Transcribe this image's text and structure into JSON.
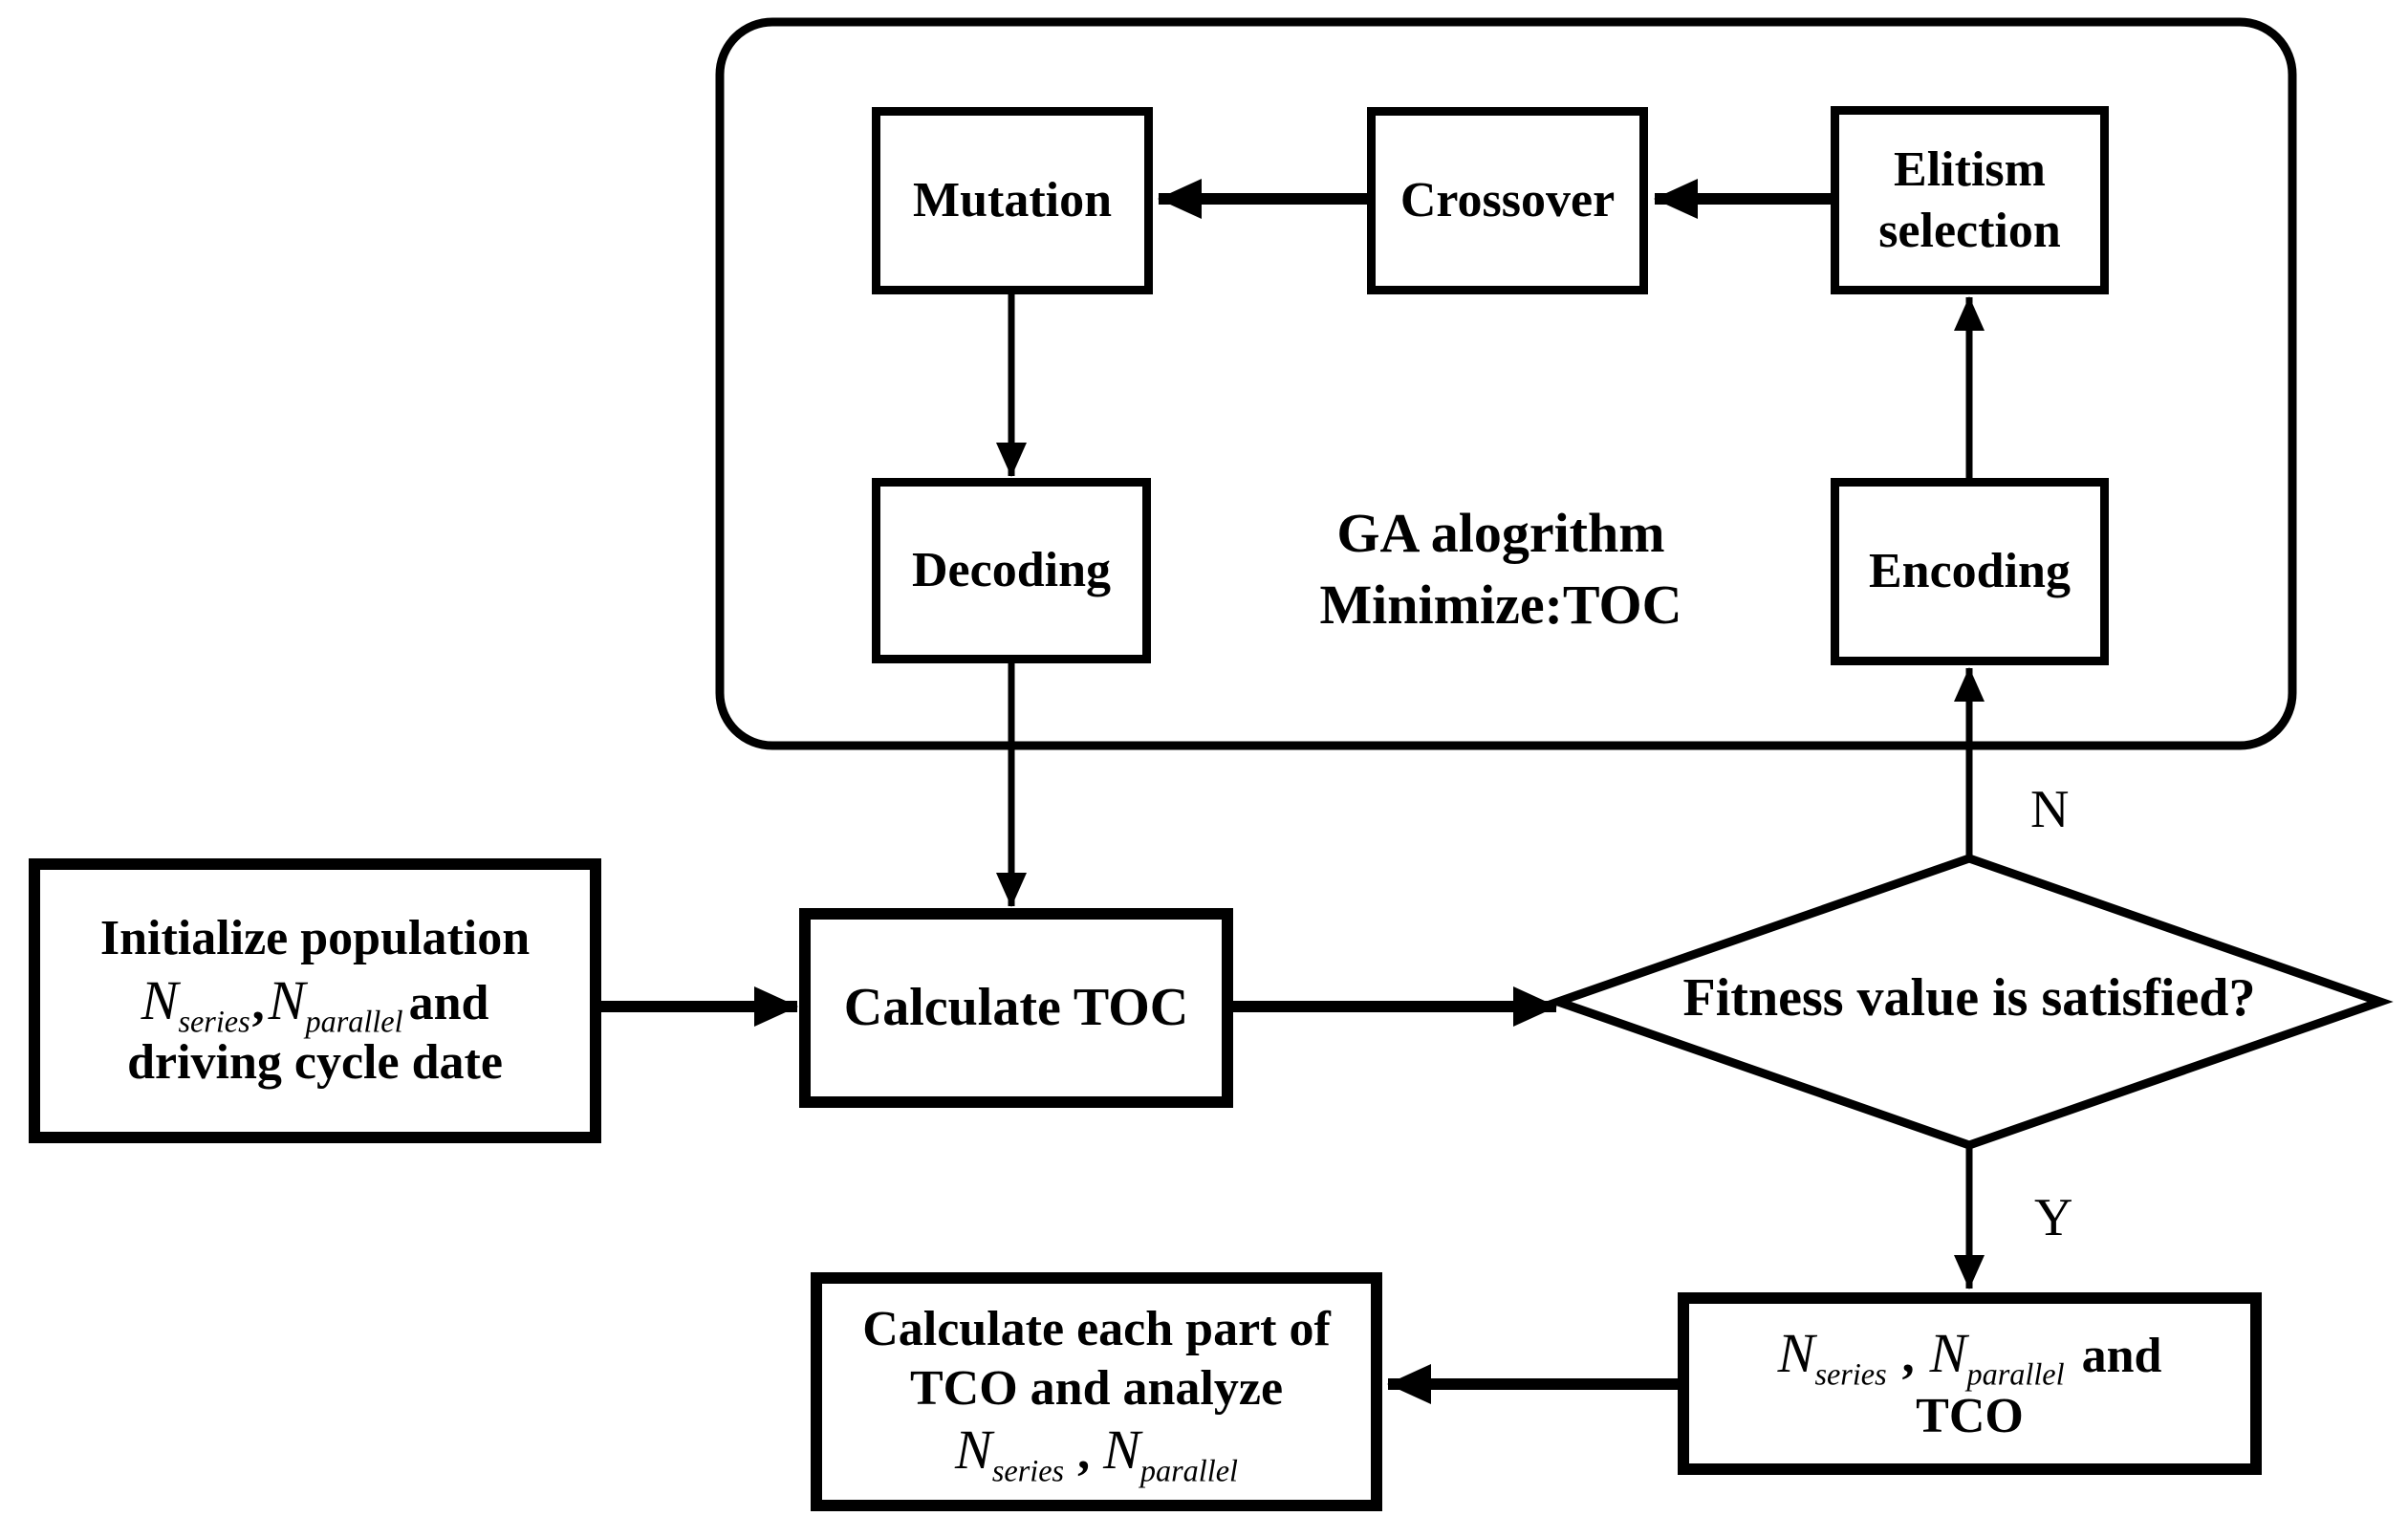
{
  "diagram": {
    "background": "#ffffff",
    "stroke_color": "#000000"
  },
  "ga_box": {
    "title_line1": "GA alogrithm",
    "title_line2": "Minimize:TOC",
    "mutation": "Mutation",
    "crossover": "Crossover",
    "elitism_line1": "Elitism",
    "elitism_line2": "selection",
    "decoding": "Decoding",
    "encoding": "Encoding"
  },
  "math": {
    "n": "N",
    "series": "series",
    "parallel": "parallel",
    "comma": ",",
    "and": "and"
  },
  "flow": {
    "initialize_line1": "Initialize population",
    "initialize_line3": "driving cycle date",
    "calculate_toc": "Calculate TOC",
    "decision": "Fitness value is satisfied?",
    "decision_no": "N",
    "decision_yes": "Y",
    "result_line2": "TCO",
    "analyze_line1": "Calculate each part of",
    "analyze_line2": "TCO and analyze"
  }
}
